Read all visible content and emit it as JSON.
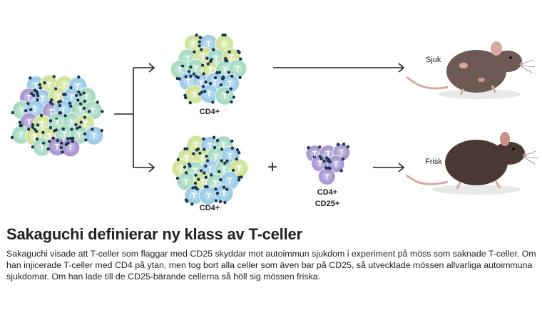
{
  "diagram": {
    "cluster_labels": {
      "top": "CD4+",
      "bottom": "CD4+",
      "treg_line1": "CD4+",
      "treg_line2": "CD25+"
    },
    "cell_letter": "T",
    "plus_sign": "+",
    "mouse_labels": {
      "sick": "Sjuk",
      "healthy": "Frisk"
    },
    "colors": {
      "green": "#a9dcc4",
      "yellow": "#d3e39b",
      "blue": "#9fcde8",
      "purple": "#ab9bd3",
      "receptor": "#1c3550",
      "arrow": "#222222",
      "mouse_sick": "#6e5a55",
      "mouse_healthy": "#4a3a33"
    }
  },
  "article": {
    "title": "Sakaguchi definierar ny klass av T-celler",
    "body": "Sakaguchi visade att T-celler som flaggar med CD25 skyddar mot autoimmun sjukdom i experiment på möss som saknade T-celler. Om han injicerade T-celler med CD4 på ytan, men tog bort alla celler som även bar på CD25, så utvecklade mössen allvarliga autoimmuna sjukdomar. Om han lade till de CD25-bärande cellerna så höll sig mössen friska."
  }
}
